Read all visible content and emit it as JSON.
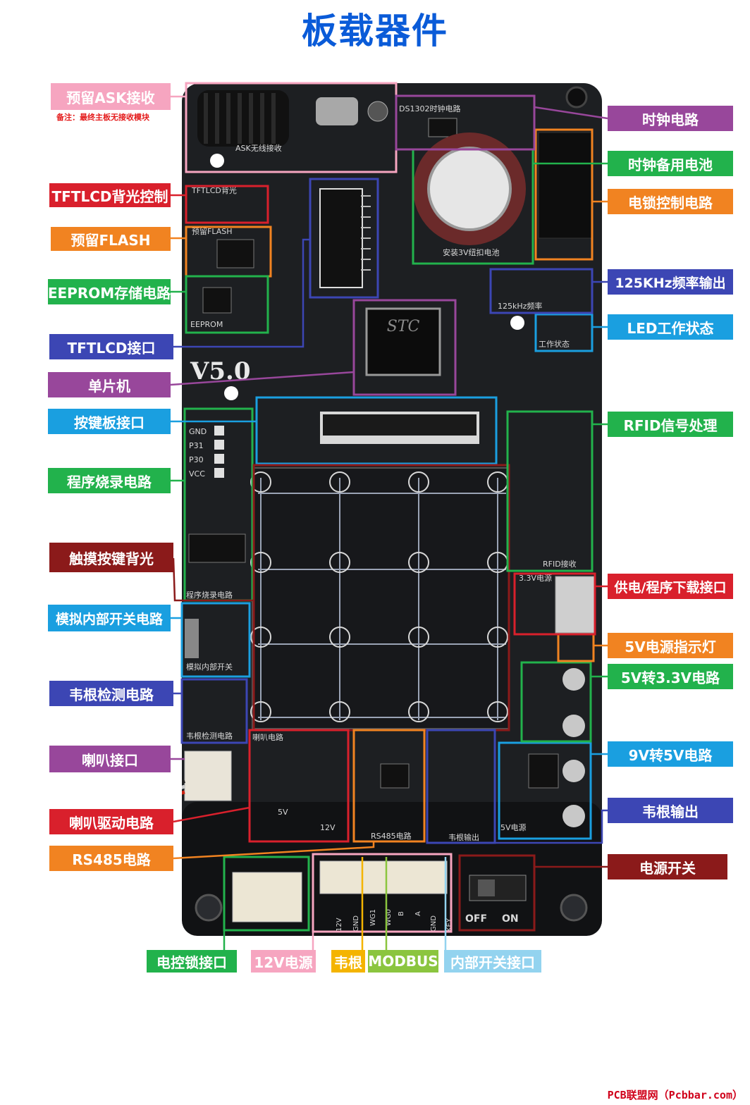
{
  "title": "板载器件",
  "note": "备注：最终主板无接收模块",
  "footer": "PCB联盟网（Pcbbar.com）",
  "board": {
    "version": "V5.0",
    "chip": "STC",
    "silk": {
      "ds1302": "DS1302时钟电路",
      "ask": "ASK无线接收",
      "tft_backlight": "TFTLCD背光",
      "flash": "预留FLASH",
      "eeprom": "EEPROM",
      "battery": "安装3V纽扣电池",
      "freq": "125kHz频率",
      "work": "工作状态",
      "prog": "程序烧录电路",
      "sim_switch": "模拟内部开关",
      "wiegand_detect": "韦根检测电路",
      "speaker_circuit": "喇叭电路",
      "rs485": "RS485电路",
      "wiegand_out": "韦根输出",
      "v5": "5V电源",
      "v33": "3.3V电源",
      "rfid": "RFID接收",
      "off": "OFF",
      "on": "ON",
      "pin_gnd": "GND",
      "pin_p31": "P31",
      "pin_p30": "P30",
      "pin_vcc": "VCC",
      "conn_12v": "12V",
      "conn_gnd": "GND",
      "conn_wg1": "WG1",
      "conn_wg0": "WG0",
      "conn_b": "B",
      "conn_a": "A",
      "conn_gnd2": "GND",
      "conn_key": "KEY",
      "v12": "12V",
      "v5b": "5V"
    }
  },
  "labels": {
    "ask": "预留ASK接收",
    "tft_backlight": "TFTLCD背光控制",
    "flash": "预留FLASH",
    "eeprom": "EEPROM存储电路",
    "tftlcd_if": "TFTLCD接口",
    "mcu": "单片机",
    "keypad_if": "按键板接口",
    "program": "程序烧录电路",
    "touch_backlight": "触摸按键背光",
    "sim_switch": "模拟内部开关电路",
    "wiegand_detect": "韦根检测电路",
    "speaker_if": "喇叭接口",
    "speaker_drv": "喇叭驱动电路",
    "rs485": "RS485电路",
    "clock": "时钟电路",
    "battery": "时钟备用电池",
    "lock_ctrl": "电锁控制电路",
    "khz": "125KHz频率输出",
    "led_state": "LED工作状态",
    "rfid": "RFID信号处理",
    "power_usb": "供电/程序下载接口",
    "led5v": "5V电源指示灯",
    "v5to33": "5V转3.3V电路",
    "v9to5": "9V转5V电路",
    "wiegand_out": "韦根输出",
    "power_switch": "电源开关",
    "lock_if": "电控锁接口",
    "v12": "12V电源",
    "wiegand": "韦根",
    "modbus": "MODBUS",
    "inner_switch": "内部开关接口"
  },
  "colors": {
    "title": "#0a5bd8",
    "pink": "#f6a5c0",
    "red": "#d9202c",
    "orange": "#f18321",
    "green": "#22b24c",
    "navy": "#3c46b4",
    "purple": "#98479b",
    "blue": "#1a9fe0",
    "darkred": "#8b1a1a",
    "yellow": "#f4b400",
    "lightgreen": "#8bc53f",
    "lightblue": "#93d3ef",
    "pcb": "#1d1f22"
  }
}
